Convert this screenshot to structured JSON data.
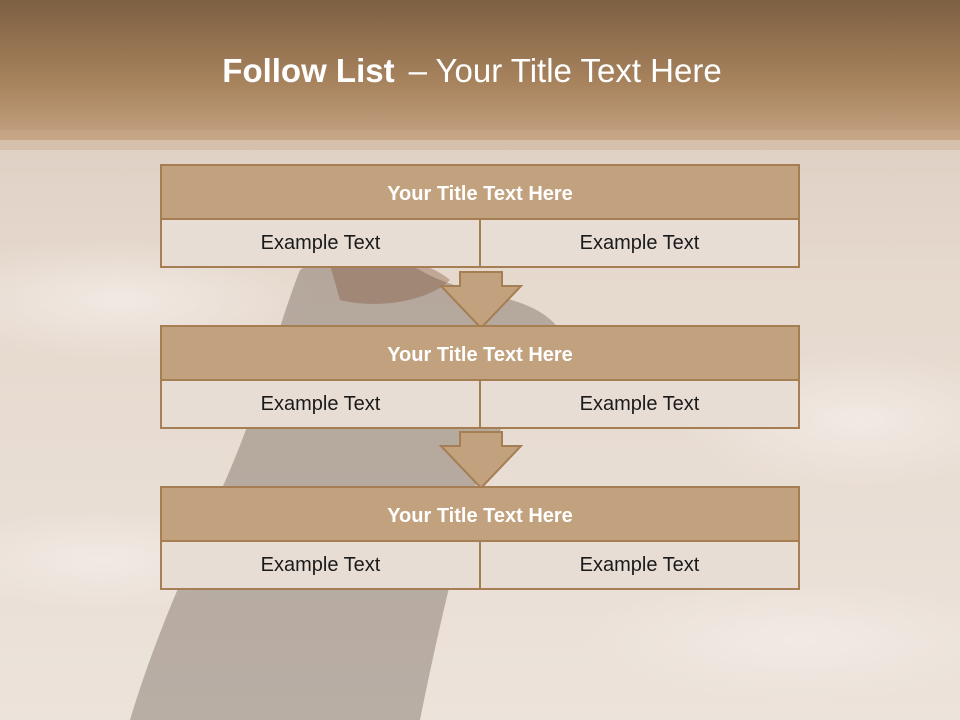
{
  "slide": {
    "title_bold": "Follow List",
    "title_rest": "– Your Title Text Here"
  },
  "blocks": [
    {
      "title": "Your Title Text Here",
      "left": "Example Text",
      "right": "Example Text"
    },
    {
      "title": "Your Title Text Here",
      "left": "Example Text",
      "right": "Example Text"
    },
    {
      "title": "Your Title Text Here",
      "left": "Example Text",
      "right": "Example Text"
    }
  ],
  "icons": {
    "connector": "down-arrow-icon"
  },
  "colors": {
    "header_band": "#8a6a4a",
    "block_head": "#c2a27e",
    "block_border": "#a67e54",
    "cell_fill": "#e8ddd4"
  }
}
